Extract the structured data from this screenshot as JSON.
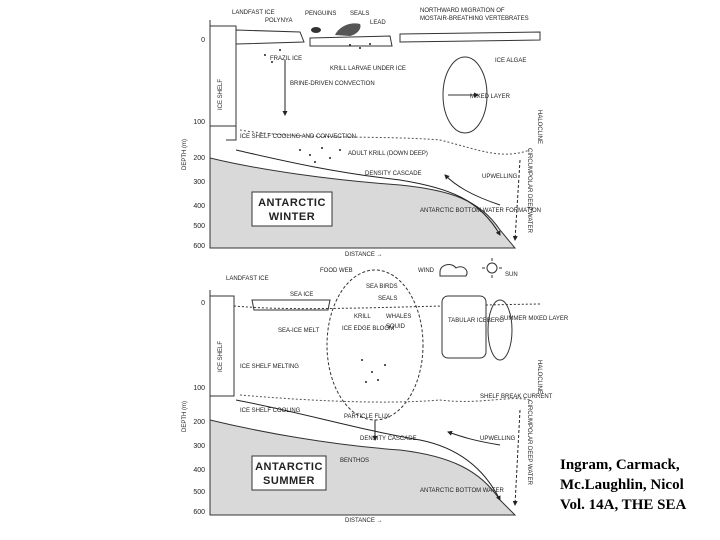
{
  "caption": {
    "line1": "Ingram, Carmack,",
    "line2": "Mc.Laughlin, Nicol",
    "line3": "Vol. 14A, THE SEA"
  },
  "winter": {
    "title_line1": "ANTARCTIC",
    "title_line2": "WINTER",
    "depth_axis_label": "DEPTH (m)",
    "distance_label": "DISTANCE →",
    "depth_ticks": [
      "0",
      "100",
      "200",
      "300",
      "400",
      "500",
      "600"
    ],
    "labels": {
      "landfast_ice": "LANDFAST ICE",
      "polynya": "POLYNYA",
      "penguins": "PENGUINS",
      "seals": "SEALS",
      "lead": "LEAD",
      "northward_migration_1": "NORTHWARD MIGRATION OF",
      "northward_migration_2": "MOSTAIR-BREATHING VERTEBRATES",
      "frazil_ice": "FRAZIL ICE",
      "krill_larvae": "KRILL LARVAE UNDER ICE",
      "ice_algae": "ICE ALGAE",
      "ice_shelf": "ICE SHELF",
      "brine_driven": "BRINE-DRIVEN CONVECTION",
      "mixed_layer": "MIXED LAYER",
      "halocline": "HALOCLINE",
      "ice_shelf_cooling": "ICE SHELF COOLING AND CONVECTION",
      "adult_krill": "ADULT KRILL (DOWN DEEP)",
      "density_cascade": "DENSITY CASCADE",
      "upwelling": "UPWELLING",
      "circumpolar": "CIRCUMPOLAR DEEP WATER",
      "abw": "ANTARCTIC BOTTOM WATER FORMATION"
    }
  },
  "summer": {
    "title_line1": "ANTARCTIC",
    "title_line2": "SUMMER",
    "depth_axis_label": "DEPTH (m)",
    "distance_label": "DISTANCE →",
    "depth_ticks": [
      "0",
      "100",
      "200",
      "300",
      "400",
      "500",
      "600"
    ],
    "labels": {
      "landfast_ice": "LANDFAST ICE",
      "food_web": "FOOD WEB",
      "wind": "WIND",
      "sun": "SUN",
      "sea_ice": "SEA ICE",
      "sea_birds": "SEA BIRDS",
      "seals": "SEALS",
      "krill": "KRILL",
      "whales": "WHALES",
      "squid": "SQUID",
      "sea_ice_melt": "SEA-ICE MELT",
      "ice_edge_bloom": "ICE EDGE BLOOM",
      "tabular_iceberg": "TABULAR ICEBERG",
      "summer_mixed_layer": "SUMMER MIXED LAYER",
      "ice_shelf": "ICE SHELF",
      "ice_shelf_melting": "ICE SHELF MELTING",
      "halocline": "HALOCLINE",
      "shelf_break_current": "SHELF BREAK CURRENT",
      "circumpolar": "CIRCUMPOLAR DEEP WATER",
      "ice_shelf_cooling": "ICE SHELF COOLING",
      "particle_flux": "PARTICLE FLUX",
      "upwelling": "UPWELLING",
      "density_cascade": "DENSITY CASCADE",
      "benthos": "BENTHOS",
      "abw": "ANTARCTIC BOTTOM WATER"
    }
  }
}
